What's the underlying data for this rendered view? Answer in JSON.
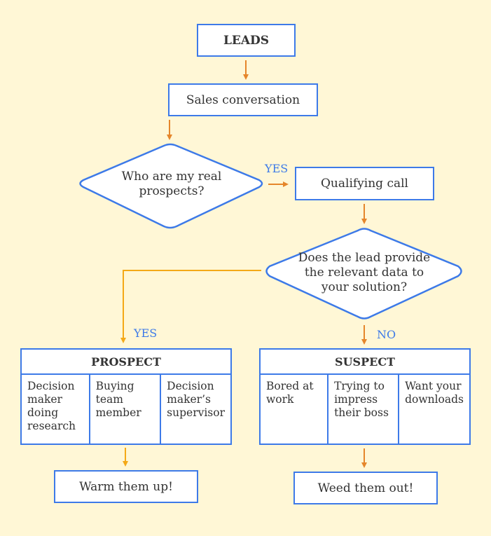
{
  "colors": {
    "background": "#fff7d6",
    "box_border": "#3d7ae8",
    "arrow_main": "#e5862b",
    "arrow_yes": "#f4a917",
    "label": "#3d7ae8",
    "text": "#333333"
  },
  "nodes": {
    "leads": "LEADS",
    "sales_conversation": "Sales conversation",
    "decision_real_prospects": "Who are my real prospects?",
    "qualifying_call": "Qualifying call",
    "decision_relevant_data": "Does the lead provide the relevant data to your solution?",
    "warm_up": "Warm them up!",
    "weed_out": "Weed them out!"
  },
  "labels": {
    "yes_qualifying": "YES",
    "yes_prospect": "YES",
    "no_suspect": "NO"
  },
  "prospect": {
    "title": "PROSPECT",
    "items": [
      "Decision maker doing research",
      "Buying team member",
      "Decision maker’s supervisor"
    ]
  },
  "suspect": {
    "title": "SUSPECT",
    "items": [
      "Bored at work",
      "Trying to impress their boss",
      "Want your downloads"
    ]
  }
}
